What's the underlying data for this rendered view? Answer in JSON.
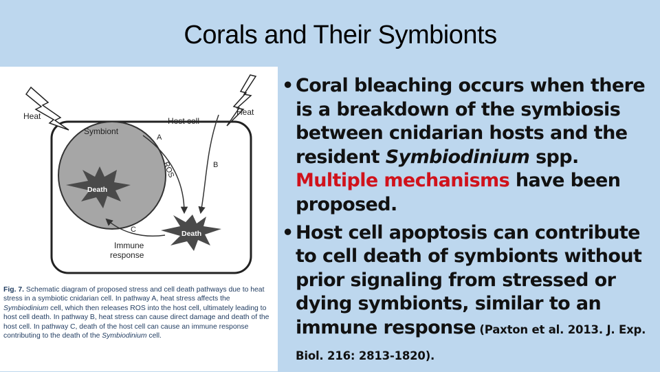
{
  "slide": {
    "title": "Corals and Their Symbionts"
  },
  "figure": {
    "labels": {
      "heat_left": "Heat",
      "heat_right": "Heat",
      "symbiont": "Symbiont",
      "host_cell": "Host cell",
      "pathway_a": "A",
      "pathway_b": "B",
      "pathway_c": "C",
      "ros": "ROS",
      "death_symbiont": "Death",
      "death_host": "Death",
      "immune_line1": "Immune",
      "immune_line2": "response"
    },
    "caption": {
      "fig_label": "Fig. 7.",
      "part1": " Schematic diagram of proposed stress and cell death pathways due to heat stress in a symbiotic cnidarian cell. In pathway A, heat stress affects the ",
      "italic1": "Symbiodinium",
      "part2": " cell, which then releases ROS into the host cell, ultimately leading to host cell death. In pathway B, heat stress can cause direct damage and death of the host cell. In pathway C, death of the host cell can cause an immune response contributing to the death of the ",
      "italic2": "Symbiodinium",
      "part3": " cell."
    }
  },
  "bullets": [
    {
      "t1": "Coral bleaching occurs when there is a breakdown of the symbiosis between cnidarian hosts and the resident ",
      "italic": "Symbiodinium",
      "t2": " spp. ",
      "red": "Multiple mechanisms",
      "t3": " have been proposed."
    },
    {
      "t1": "Host cell apoptosis can contribute to cell death of symbionts without prior signaling from stressed or dying symbionts, similar to an immune response",
      "citation": " (Paxton et al. 2013. J. Exp. Biol.  216: 2813-1820)."
    }
  ],
  "colors": {
    "background": "#bdd7ee",
    "highlight": "#d0121b",
    "caption_text": "#1e3a5f",
    "death_burst": "#4a4a4a",
    "symbiont_fill": "#a6a6a6"
  }
}
